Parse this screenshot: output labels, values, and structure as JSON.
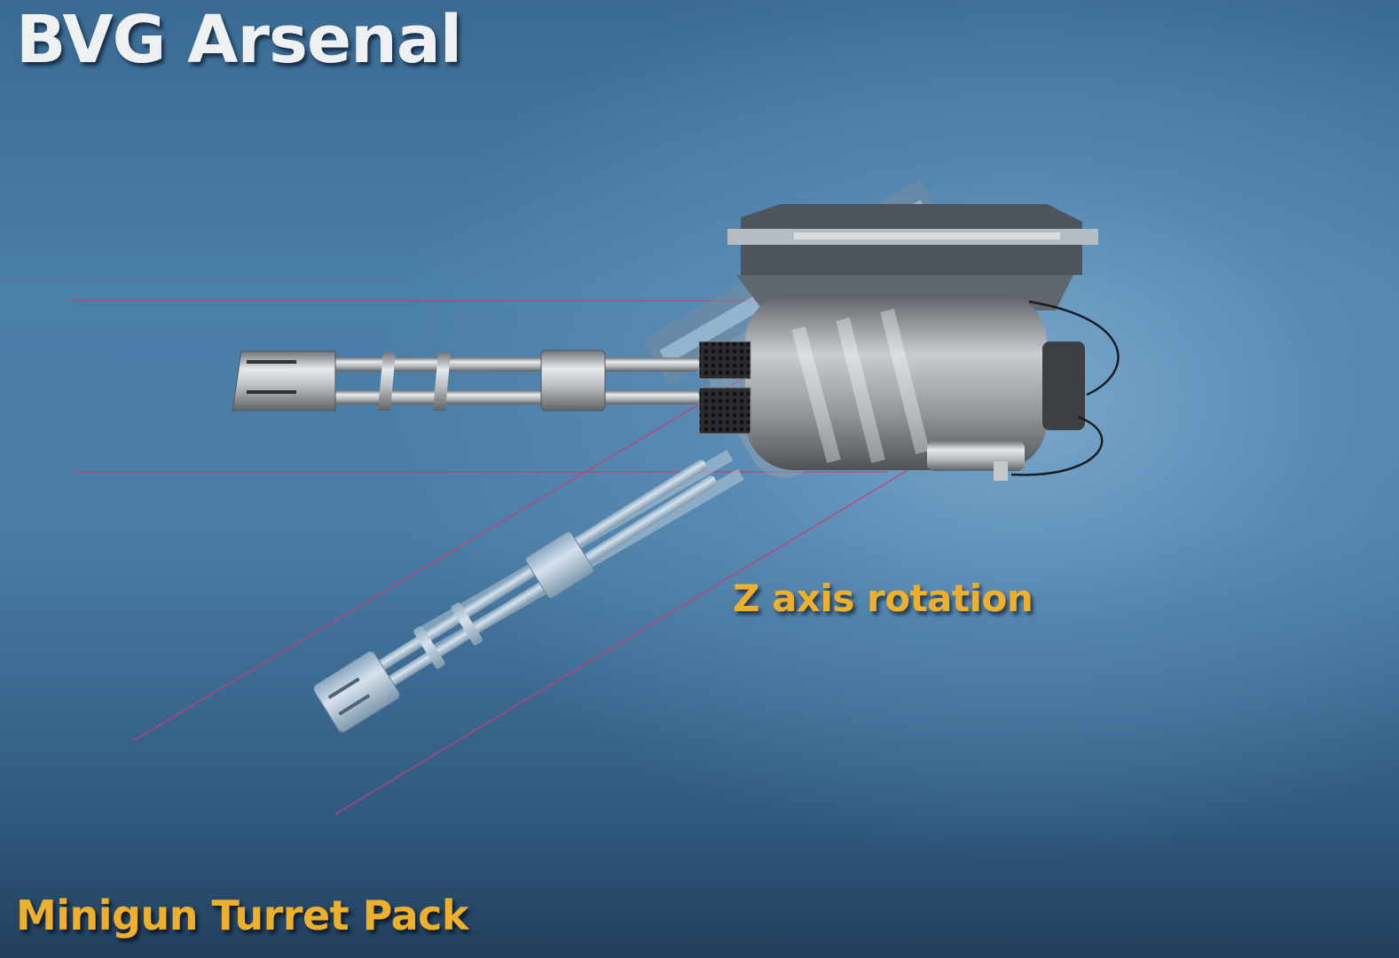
{
  "header": {
    "title": "BVG Arsenal"
  },
  "render": {
    "caption": "Z axis rotation",
    "subject": "minigun-turret",
    "background_colors": [
      "#3a6a92",
      "#6d9fc4",
      "#223f5c"
    ],
    "laser_color": "#c2407a"
  },
  "footer": {
    "product_name": "Minigun Turret Pack"
  },
  "colors": {
    "title_text": "#eef0f2",
    "accent_text": "#eeb02c"
  }
}
